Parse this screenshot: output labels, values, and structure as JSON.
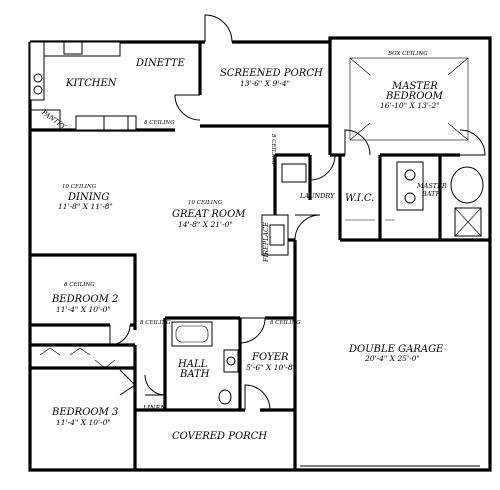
{
  "rooms": {
    "kitchen": {
      "name": "KITCHEN"
    },
    "dinette": {
      "name": "DINETTE"
    },
    "pantry": {
      "name": "PANTRY"
    },
    "screened_porch": {
      "name": "SCREENED PORCH",
      "size": "13'-6\" X 9'-4\""
    },
    "master_bedroom": {
      "name_line1": "MASTER",
      "name_line2": "BEDROOM",
      "size": "16'-10\" X 13'-2\"",
      "ceiling": "BOX CEILING"
    },
    "dining": {
      "name": "DINING",
      "size": "11'-8\" X 11'-8\"",
      "ceiling": "10 CEILING"
    },
    "great_room": {
      "name": "GREAT ROOM",
      "size": "14'-8\" X 21'-0\"",
      "ceiling": "10 CEILING"
    },
    "laundry": {
      "name": "LAUNDRY"
    },
    "wic": {
      "name": "W.I.C."
    },
    "master_bath": {
      "name_line1": "MASTER",
      "name_line2": "BATH"
    },
    "fireplace": {
      "name": "FIREPLACE"
    },
    "bedroom2": {
      "name": "BEDROOM 2",
      "size": "11'-4\" X 10'-0\"",
      "ceiling": "8 CEILING"
    },
    "hall_bath": {
      "name_line1": "HALL",
      "name_line2": "BATH"
    },
    "foyer": {
      "name": "FOYER",
      "size": "5'-6\" X 10'-8\""
    },
    "double_garage": {
      "name": "DOUBLE GARAGE",
      "size": "20'-4\" X 25'-0\""
    },
    "linen": {
      "name": "LINEN"
    },
    "bedroom3": {
      "name": "BEDROOM 3",
      "size": "11'-4\" X 10'-0\""
    },
    "covered_porch": {
      "name": "COVERED PORCH"
    }
  },
  "ceiling_notes": {
    "kitchen_side": "8 CEILING",
    "hall_left": "8 CEILING",
    "hall_right": "8 CEILING",
    "laundry_vertical": "8 CEILING"
  }
}
